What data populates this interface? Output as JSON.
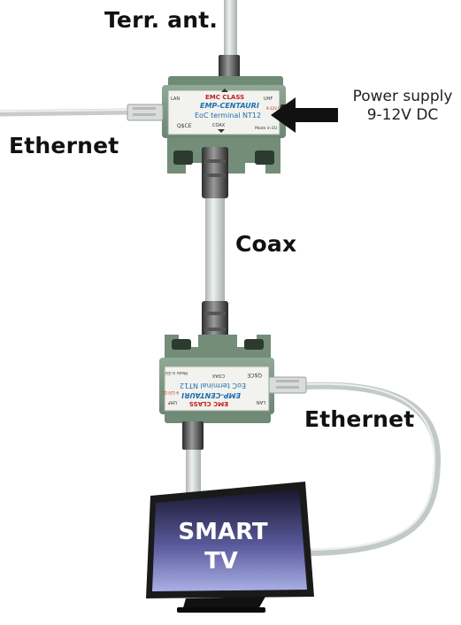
{
  "labels": {
    "terr_ant": "Terr. ant.",
    "ethernet_top": "Ethernet",
    "power_line1": "Power supply",
    "power_line2": "9-12V DC",
    "coax": "Coax",
    "ethernet_bottom": "Ethernet"
  },
  "device_top": {
    "brand_badge": "EMC CLASS",
    "brand": "EMP-CENTAURI",
    "model": "EoC terminal NT12",
    "port_lan": "LAN",
    "port_uhf": "UHF",
    "port_coax": "COAX",
    "power_tag": "9-12V DC",
    "cert": "Q$CE",
    "origin": "Made in EU"
  },
  "device_bottom": {
    "brand_badge": "EMC CLASS",
    "brand": "EMP-CENTAURI",
    "model": "EoC terminal NT12",
    "port_lan": "LAN",
    "port_uhf": "UHF",
    "port_coax": "COAX",
    "power_tag": "9-12V DC",
    "cert": "Q$CE",
    "origin": "Made in EU"
  },
  "tv": {
    "line1": "SMART",
    "line2": "TV"
  },
  "colors": {
    "device_body": "#7f9a85",
    "device_dark": "#5e7763",
    "label_panel": "#f2f2ee",
    "brand_blue": "#1f6fb0",
    "arrow": "#111111",
    "cable": "#d7ddd9",
    "tv_frame": "#1a1a1a"
  }
}
